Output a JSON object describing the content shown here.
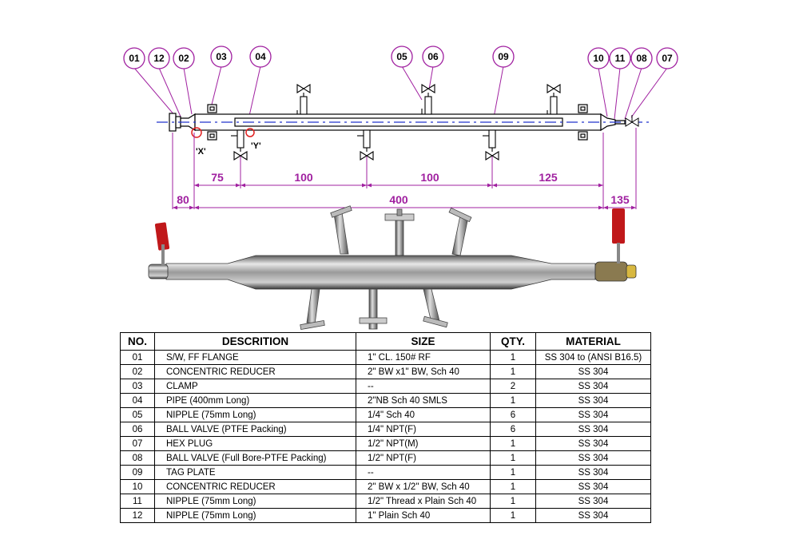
{
  "callouts": [
    "01",
    "12",
    "02",
    "03",
    "04",
    "05",
    "06",
    "09",
    "10",
    "11",
    "08",
    "07"
  ],
  "markers": {
    "x": "'X'",
    "y": "'Y'"
  },
  "dimensions": {
    "upper": [
      "75",
      "100",
      "100",
      "125"
    ],
    "lower": [
      "80",
      "400",
      "135"
    ]
  },
  "colors": {
    "accent": "#a020a0",
    "centerline": "#2233cc",
    "marker": "#e02020"
  },
  "bom": {
    "headers": [
      "NO.",
      "DESCRITION",
      "SIZE",
      "QTY.",
      "MATERIAL"
    ],
    "rows": [
      {
        "no": "01",
        "desc": "S/W, FF FLANGE",
        "size": "1\" CL. 150# RF",
        "qty": "1",
        "material": "SS 304 to (ANSI B16.5)"
      },
      {
        "no": "02",
        "desc": "CONCENTRIC REDUCER",
        "size": "2\" BW x1\" BW, Sch 40",
        "qty": "1",
        "material": "SS 304"
      },
      {
        "no": "03",
        "desc": "CLAMP",
        "size": "--",
        "qty": "2",
        "material": "SS 304"
      },
      {
        "no": "04",
        "desc": "PIPE (400mm Long)",
        "size": "2\"NB Sch 40 SMLS",
        "qty": "1",
        "material": "SS 304"
      },
      {
        "no": "05",
        "desc": "NIPPLE (75mm Long)",
        "size": "1/4\" Sch 40",
        "qty": "6",
        "material": "SS 304"
      },
      {
        "no": "06",
        "desc": "BALL VALVE (PTFE Packing)",
        "size": "1/4\" NPT(F)",
        "qty": "6",
        "material": "SS 304"
      },
      {
        "no": "07",
        "desc": "HEX PLUG",
        "size": "1/2\" NPT(M)",
        "qty": "1",
        "material": "SS 304"
      },
      {
        "no": "08",
        "desc": "BALL VALVE (Full Bore-PTFE Packing)",
        "size": "1/2\" NPT(F)",
        "qty": "1",
        "material": "SS 304"
      },
      {
        "no": "09",
        "desc": "TAG PLATE",
        "size": "--",
        "qty": "1",
        "material": "SS 304"
      },
      {
        "no": "10",
        "desc": "CONCENTRIC REDUCER",
        "size": "2\" BW x 1/2\" BW, Sch 40",
        "qty": "1",
        "material": "SS 304"
      },
      {
        "no": "11",
        "desc": "NIPPLE (75mm Long)",
        "size": "1/2\" Thread x Plain Sch 40",
        "qty": "1",
        "material": "SS 304"
      },
      {
        "no": "12",
        "desc": "NIPPLE (75mm Long)",
        "size": "1\" Plain Sch 40",
        "qty": "1",
        "material": "SS 304"
      }
    ]
  }
}
